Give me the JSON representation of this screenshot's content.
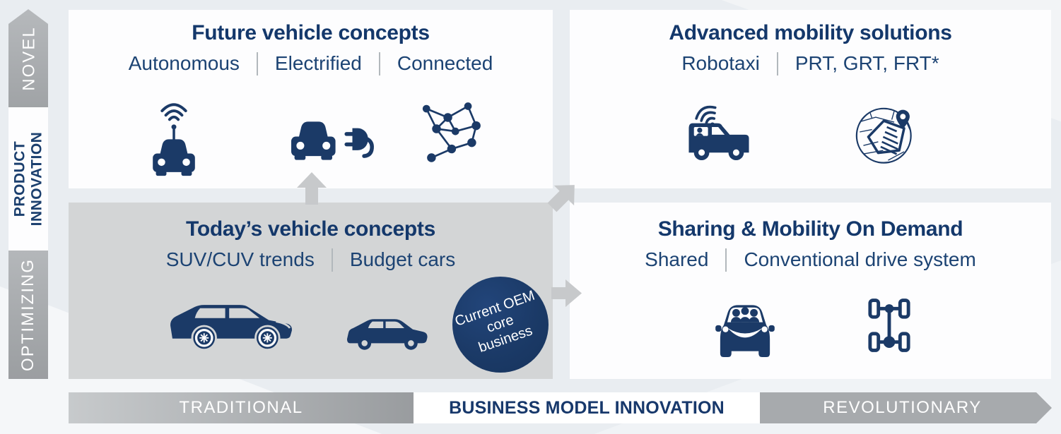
{
  "left_axis": {
    "novel": "NOVEL",
    "product_line1": "PRODUCT",
    "product_line2": "INNOVATION",
    "optimizing": "OPTIMIZING"
  },
  "bottom_axis": {
    "traditional": "TRADITIONAL",
    "center": "BUSINESS MODEL INNOVATION",
    "revolutionary": "REVOLUTIONARY"
  },
  "quadrants": {
    "future": {
      "title": "Future vehicle concepts",
      "items": [
        "Autonomous",
        "Electrified",
        "Connected"
      ],
      "icons": [
        "autonomous-car-icon",
        "electric-car-plug-icon",
        "connected-network-icon"
      ]
    },
    "advanced": {
      "title": "Advanced mobility solutions",
      "items": [
        "Robotaxi",
        "PRT, GRT, FRT*"
      ],
      "icons": [
        "robotaxi-icon",
        "route-map-icon"
      ]
    },
    "today": {
      "title": "Today’s vehicle concepts",
      "items": [
        "SUV/CUV trends",
        "Budget cars"
      ],
      "icons": [
        "suv-icon",
        "budget-car-icon"
      ]
    },
    "sharing": {
      "title": "Sharing & Mobility On Demand",
      "items": [
        "Shared",
        "Conventional drive system"
      ],
      "icons": [
        "shared-car-icon",
        "drivetrain-icon"
      ]
    }
  },
  "oem_badge": {
    "line1": "Current OEM",
    "line2": "core",
    "line3": "business"
  },
  "colors": {
    "navy": "#1b3a67",
    "title_navy": "#14386b",
    "quadrant_gray": "#d3d5d6",
    "axis_gray": "#a7aaad",
    "arrow_gray": "#c7c9cb",
    "background": "#e9edf1",
    "traditional_gradient_start": "#c7cacc",
    "traditional_gradient_end": "#999c9f"
  }
}
